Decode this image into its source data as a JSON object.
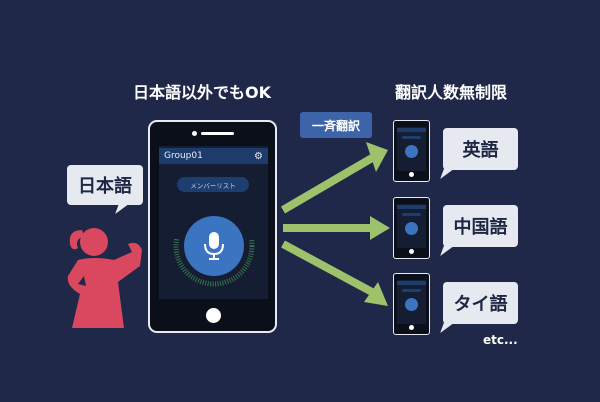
{
  "headings": {
    "left": "日本語以外でもOK",
    "right": "翻訳人数無制限"
  },
  "main_phone": {
    "group_name": "Group01",
    "member_list_label": "メンバーリスト"
  },
  "broadcast_label": "一斉翻訳",
  "speaker_language": "日本語",
  "target_languages": [
    "英語",
    "中国語",
    "タイ語"
  ],
  "more_label": "etc...",
  "colors": {
    "background": "#1f2848",
    "arrow": "#9dc26b",
    "accent": "#3b74c0",
    "person": "#d9485f"
  }
}
